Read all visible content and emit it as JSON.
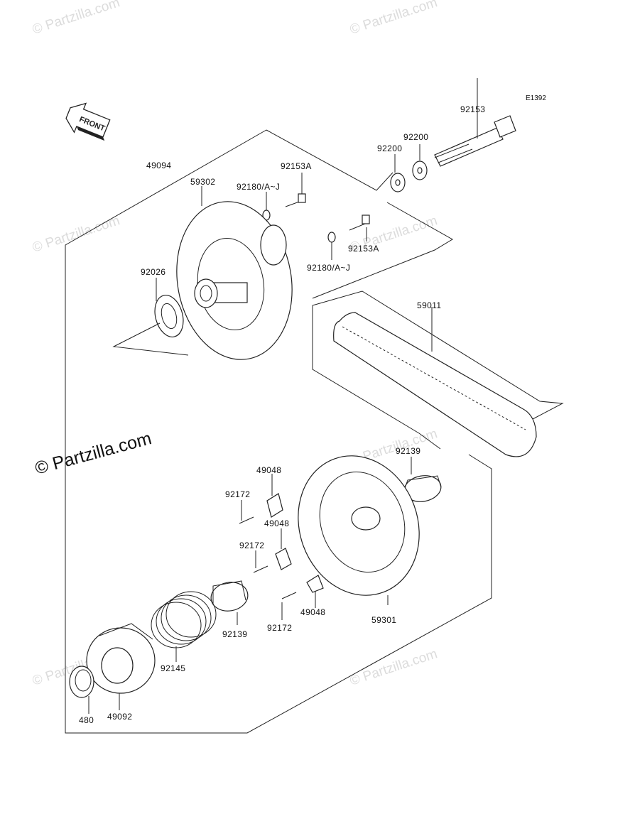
{
  "diagram_code": "E1392",
  "front_label": "FRONT",
  "watermarks": {
    "faint": "© Partzilla.com",
    "main": "© Partzilla.com"
  },
  "parts": {
    "p92153": "92153",
    "p92200a": "92200",
    "p92200b": "92200",
    "p49094": "49094",
    "p59302": "59302",
    "p92180a": "92180/A~J",
    "p92153a_top": "92153A",
    "p92153a_bot": "92153A",
    "p92180b": "92180/A~J",
    "p92026": "92026",
    "p59011": "59011",
    "p92139_right": "92139",
    "p49048_a": "49048",
    "p92172_a": "92172",
    "p49048_b": "49048",
    "p92172_b": "92172",
    "p92172_c": "92172",
    "p49048_c": "49048",
    "p59301": "59301",
    "p92139_left": "92139",
    "p92145": "92145",
    "p480": "480",
    "p49092": "49092"
  }
}
